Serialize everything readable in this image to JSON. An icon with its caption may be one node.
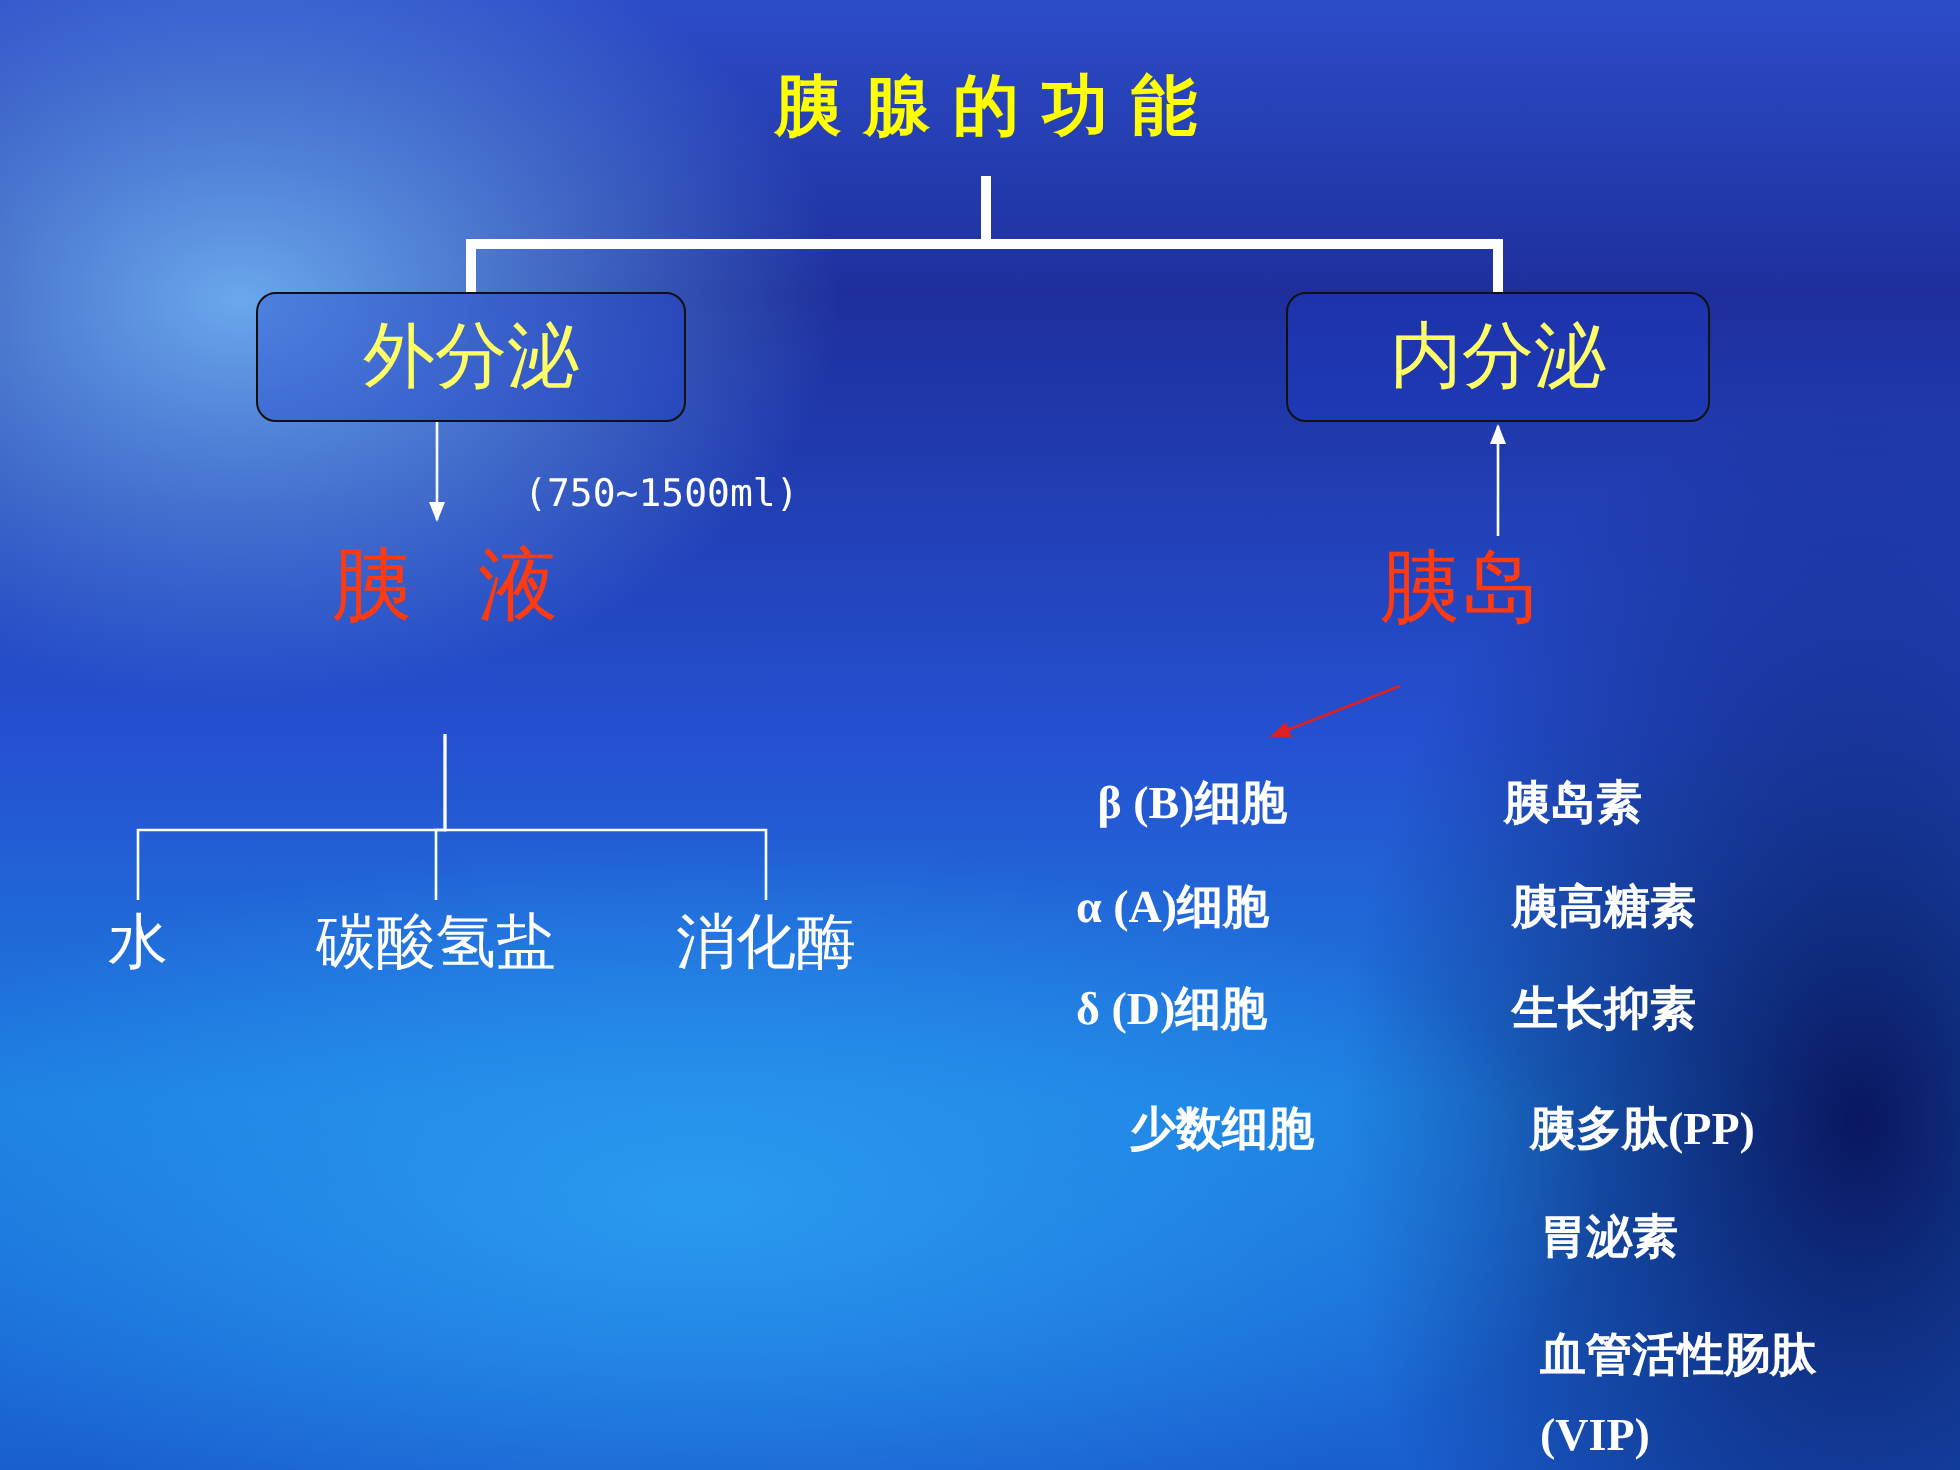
{
  "diagram": {
    "nodes": [
      {
        "text": [
          "胰 腺 的 功 能"
        ]
      },
      {
        "text": [
          "外分泌"
        ]
      },
      {
        "text": [
          "内分泌"
        ]
      },
      {
        "text": [
          "胰 液"
        ]
      },
      {
        "text": [
          "胰岛"
        ]
      },
      {
        "text": [
          "水"
        ]
      },
      {
        "text": [
          "碳酸氢盐"
        ]
      },
      {
        "text": [
          "消化酶"
        ]
      },
      {
        "text": [
          "β (B)细胞"
        ]
      }
    ],
    "edges": [
      {
        "from": 0,
        "to": 1,
        "arrow": "none",
        "style": "thick"
      },
      {
        "from": 0,
        "to": 2,
        "arrow": "none",
        "style": "thick"
      },
      {
        "from": 1,
        "to": 3,
        "arrow": "to",
        "label": "(750~1500ml)"
      },
      {
        "from": 4,
        "to": 2,
        "arrow": "to"
      },
      {
        "from": 3,
        "to": 5,
        "arrow": "none"
      },
      {
        "from": 3,
        "to": 6,
        "arrow": "none"
      },
      {
        "from": 3,
        "to": 7,
        "arrow": "none"
      },
      {
        "from": null,
        "to": 8,
        "arrow": "to",
        "color": "#e02020"
      }
    ],
    "labels": [
      "胰岛素",
      "α (A)细胞",
      "胰高糖素",
      "δ (D)细胞",
      "生长抑素",
      "少数细胞",
      "胰多肽(PP)",
      "胃泌素",
      "血管活性肠肽 (VIP)"
    ]
  }
}
